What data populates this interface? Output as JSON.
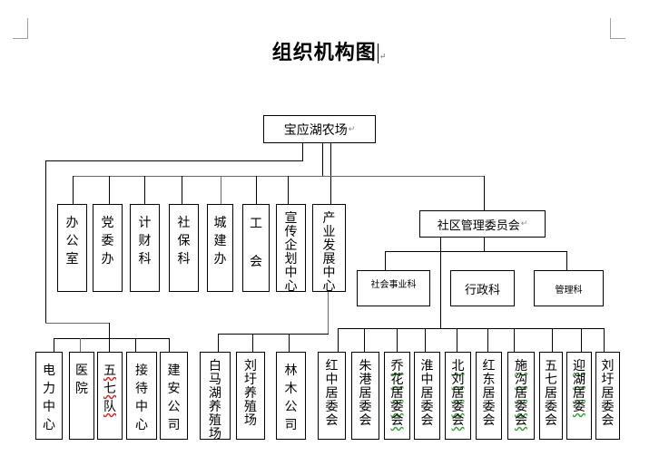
{
  "document": {
    "title": "组织机构图",
    "paragraph_mark": "↵"
  },
  "root": {
    "label": "宝应湖农场"
  },
  "top_departments": [
    {
      "label": "办公室"
    },
    {
      "label": "党委办"
    },
    {
      "label": "计财科"
    },
    {
      "label": "社保科"
    },
    {
      "label": "城建办"
    },
    {
      "label": "工会"
    },
    {
      "label": "宣传企划中心"
    },
    {
      "label": "产业发展中心"
    }
  ],
  "community_committee": {
    "label": "社区管理委员会",
    "sections": [
      {
        "label": "社会事业科"
      },
      {
        "label": "行政科"
      },
      {
        "label": "管理科"
      }
    ]
  },
  "bottom_left_units": [
    {
      "label": "电力中心"
    },
    {
      "label": "医院"
    },
    {
      "label": "五七队"
    },
    {
      "label": "接待中心"
    },
    {
      "label": "建安公司"
    }
  ],
  "industry_units": [
    {
      "label": "白马湖养殖场"
    },
    {
      "label": "刘圩养殖场"
    },
    {
      "label": "林木公司"
    }
  ],
  "residents_committees": [
    {
      "label": "红中居委会"
    },
    {
      "label": "朱港居委会"
    },
    {
      "label": "乔花居委会"
    },
    {
      "label": "淮中居委会"
    },
    {
      "label": "北刘居委会"
    },
    {
      "label": "红东居委会"
    },
    {
      "label": "施沟居委会"
    },
    {
      "label": "五七居委会"
    },
    {
      "label": "迎湖居委"
    },
    {
      "label": "刘圩居委会"
    }
  ]
}
